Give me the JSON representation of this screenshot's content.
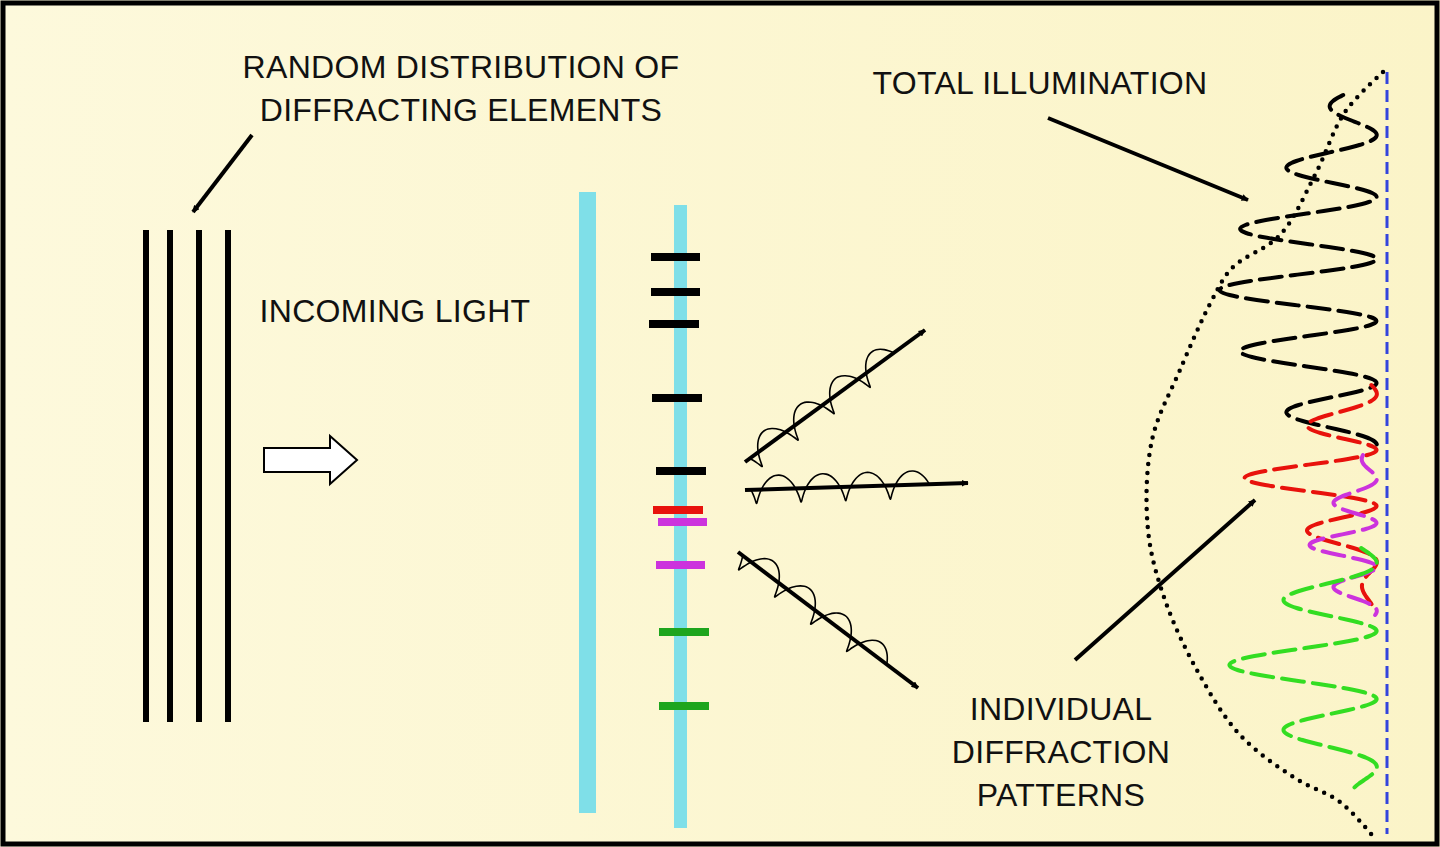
{
  "diagram": {
    "labels": [
      "RANDOM DISTRIBUTION OF DIFFRACTING ELEMENTS",
      "INCOMING LIGHT",
      "TOTAL ILLUMINATION",
      "INDIVIDUAL DIFFRACTION PATTERNS"
    ]
  }
}
